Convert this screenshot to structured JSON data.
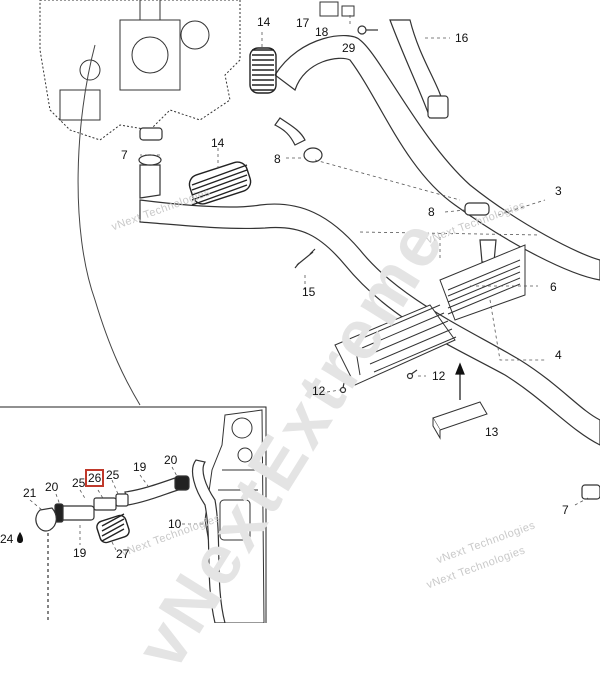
{
  "watermarks": {
    "brand": "vNext Technologies",
    "big": "vNextExtreme"
  },
  "callouts": {
    "c14a": "14",
    "c17": "17",
    "c18": "18",
    "c29": "29",
    "c16": "16",
    "c14b": "14",
    "c7a": "7",
    "c8a": "8",
    "c3": "3",
    "c8b": "8",
    "c6": "6",
    "c15": "15",
    "c4": "4",
    "c12a": "12",
    "c12b": "12",
    "c13": "13",
    "c7b": "7",
    "c19a": "19",
    "c20a": "20",
    "c21": "21",
    "c20b": "20",
    "c25a": "25",
    "c26": "26",
    "c25b": "25",
    "c10": "10",
    "c24": "24",
    "c19b": "19",
    "c27": "27"
  },
  "highlight": {
    "color": "#c0392b",
    "part": "26"
  }
}
